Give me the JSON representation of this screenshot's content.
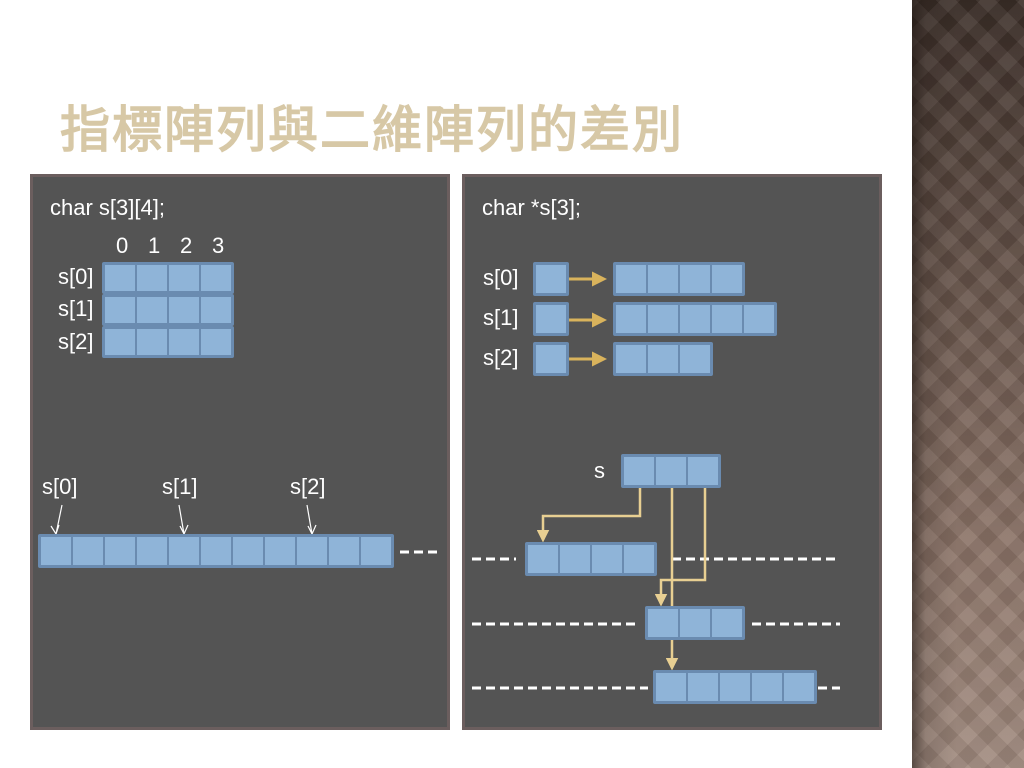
{
  "title": "指標陣列與二維陣列的差別",
  "colors": {
    "panel": "#545454",
    "panel_border": "#6b5e5e",
    "cell_fill": "#8fb4d8",
    "cell_border": "#6a8bb0",
    "arrow": "#d9b35c",
    "connector": "#e8cf92",
    "title": "#d7c8a6",
    "text": "#ffffff"
  },
  "left_panel": {
    "declaration": "char s[3][4];",
    "col_indices": [
      "0",
      "1",
      "2",
      "3"
    ],
    "row_labels": [
      "s[0]",
      "s[1]",
      "s[2]"
    ],
    "rows": 3,
    "cols": 4,
    "memory_labels": [
      "s[0]",
      "s[1]",
      "s[2]"
    ],
    "memory_cells": 11,
    "continuation": "---"
  },
  "right_panel": {
    "declaration": "char *s[3];",
    "row_labels": [
      "s[0]",
      "s[1]",
      "s[2]"
    ],
    "row_lengths": [
      4,
      5,
      3
    ],
    "s_label": "s",
    "s_cells": 3,
    "memory_rows": [
      {
        "cells": 4,
        "leading": "---",
        "trailing": "------------"
      },
      {
        "cells": 3,
        "leading": "------------",
        "trailing": "------"
      },
      {
        "cells": 5,
        "leading": "-------------",
        "trailing": "--"
      }
    ]
  }
}
